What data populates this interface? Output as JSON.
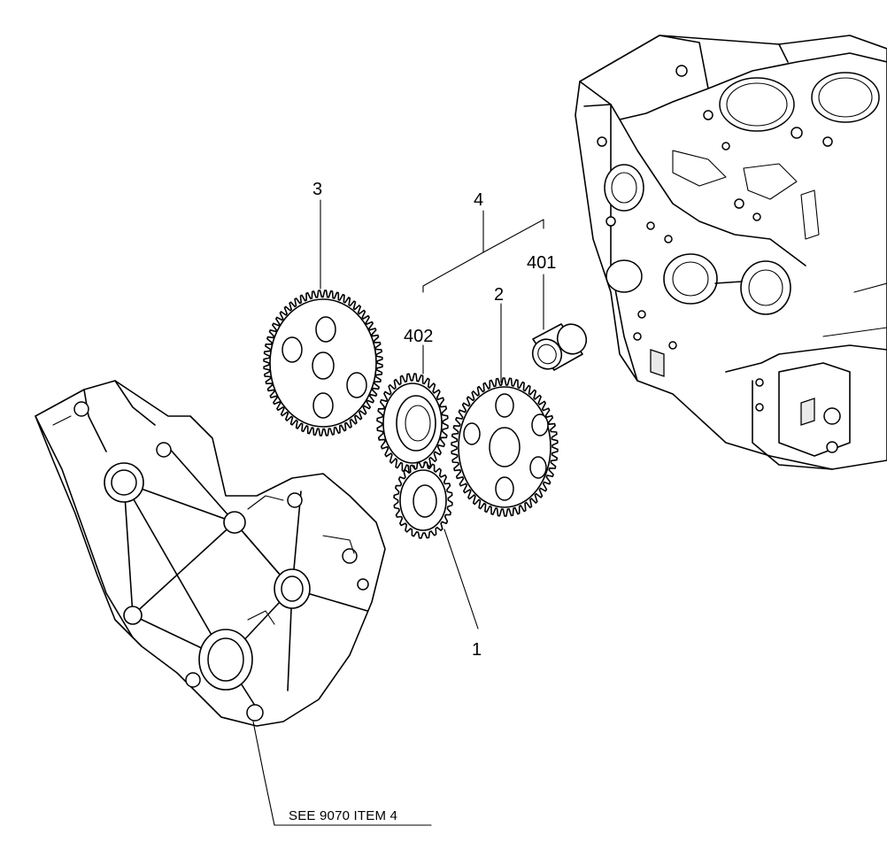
{
  "callouts": {
    "item_1": "1",
    "item_2": "2",
    "item_3": "3",
    "item_4": "4",
    "item_401": "401",
    "item_402": "402"
  },
  "reference": {
    "cover_note": "SEE 9070 ITEM 4"
  }
}
